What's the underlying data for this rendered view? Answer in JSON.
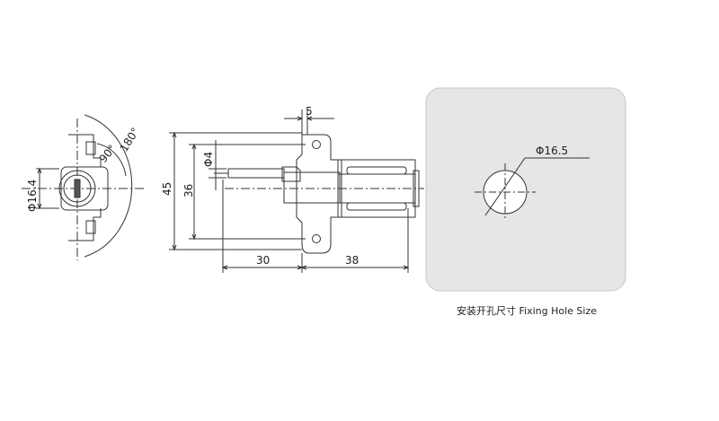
{
  "front_view": {
    "diameter_label": "Φ16.4",
    "angle_90_label": "90°",
    "angle_180_label": "180°"
  },
  "side_view": {
    "dim_5": "5",
    "dim_diameter_4": "Φ4",
    "dim_45": "45",
    "dim_36": "36",
    "dim_30": "30",
    "dim_38": "38"
  },
  "fixing_hole": {
    "diameter_label": "Φ16.5",
    "caption": "安装开孔尺寸 Fixing Hole Size"
  },
  "colors": {
    "line": "#333333",
    "panel_fill": "#e6e6e6",
    "panel_stroke": "#c8c8c8"
  }
}
